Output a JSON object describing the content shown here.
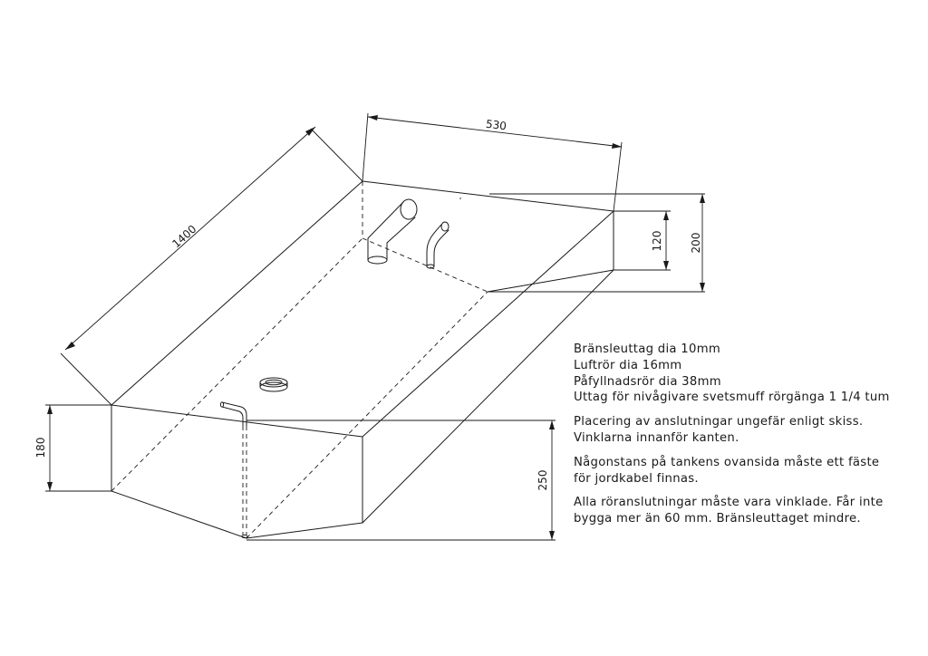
{
  "dimensions": {
    "length": "1400",
    "width": "530",
    "height_front": "250",
    "height_left": "180",
    "height_back": "200",
    "height_back_inner": "120"
  },
  "notes": [
    [
      "Bränsleuttag dia 10mm",
      "Luftrör dia 16mm",
      "Påfyllnadsrör dia 38mm",
      "Uttag för nivågivare svetsmuff rörgänga 1 1/4 tum"
    ],
    [
      "Placering av anslutningar ungefär enligt skiss.",
      "Vinklarna innanför kanten."
    ],
    [
      "Någonstans på tankens ovansida måste ett fäste",
      "för jordkabel finnas."
    ],
    [
      "Alla röranslutningar måste vara vinklade. Får inte",
      "bygga mer än 60 mm. Bränsleuttaget mindre."
    ]
  ]
}
